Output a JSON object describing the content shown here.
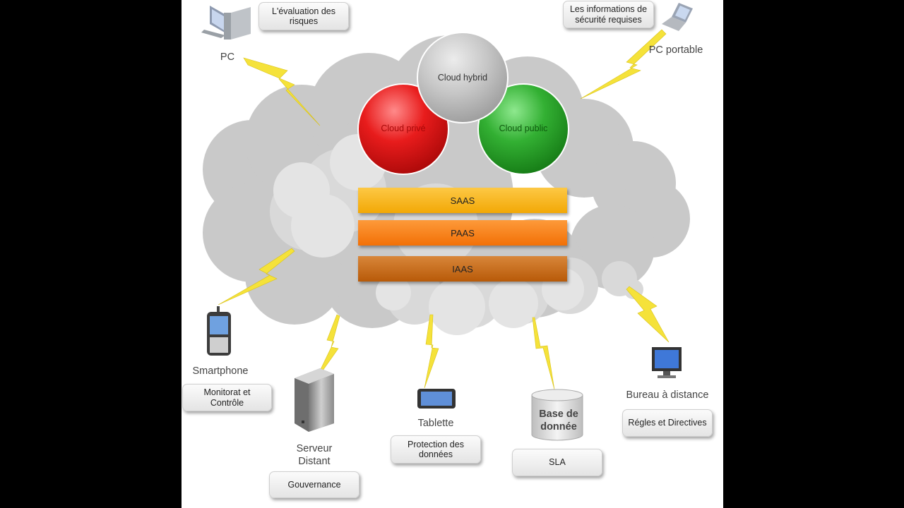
{
  "circles": {
    "hybrid": "Cloud hybrid",
    "private": "Cloud privé",
    "public": "Cloud public"
  },
  "layers": [
    "SAAS",
    "PAAS",
    "IAAS"
  ],
  "devices": {
    "pc": "PC",
    "laptop": "PC portable",
    "smartphone": "Smartphone",
    "server": "Serveur\nDistant",
    "tablet": "Tablette",
    "database": "Base de\ndonnée",
    "remote_desktop": "Bureau à distance"
  },
  "notes": {
    "risk": "L'évaluation des\nrisques",
    "security": "Les informations de\nsécurité requises",
    "monitoring": "Monitorat et\nContrôle",
    "governance": "Gouvernance",
    "data_protection": "Protection des\ndonnées",
    "sla": "SLA",
    "rules": "Régles et Directives"
  },
  "colors": {
    "cloud": "#c8c8c8",
    "private": "#e01818",
    "public": "#2aa52a",
    "hybrid": "#c4c4c4",
    "saas": "#f7b208",
    "paas": "#f97d10",
    "iaas": "#c6650c",
    "bolt": "#f5e23a"
  }
}
